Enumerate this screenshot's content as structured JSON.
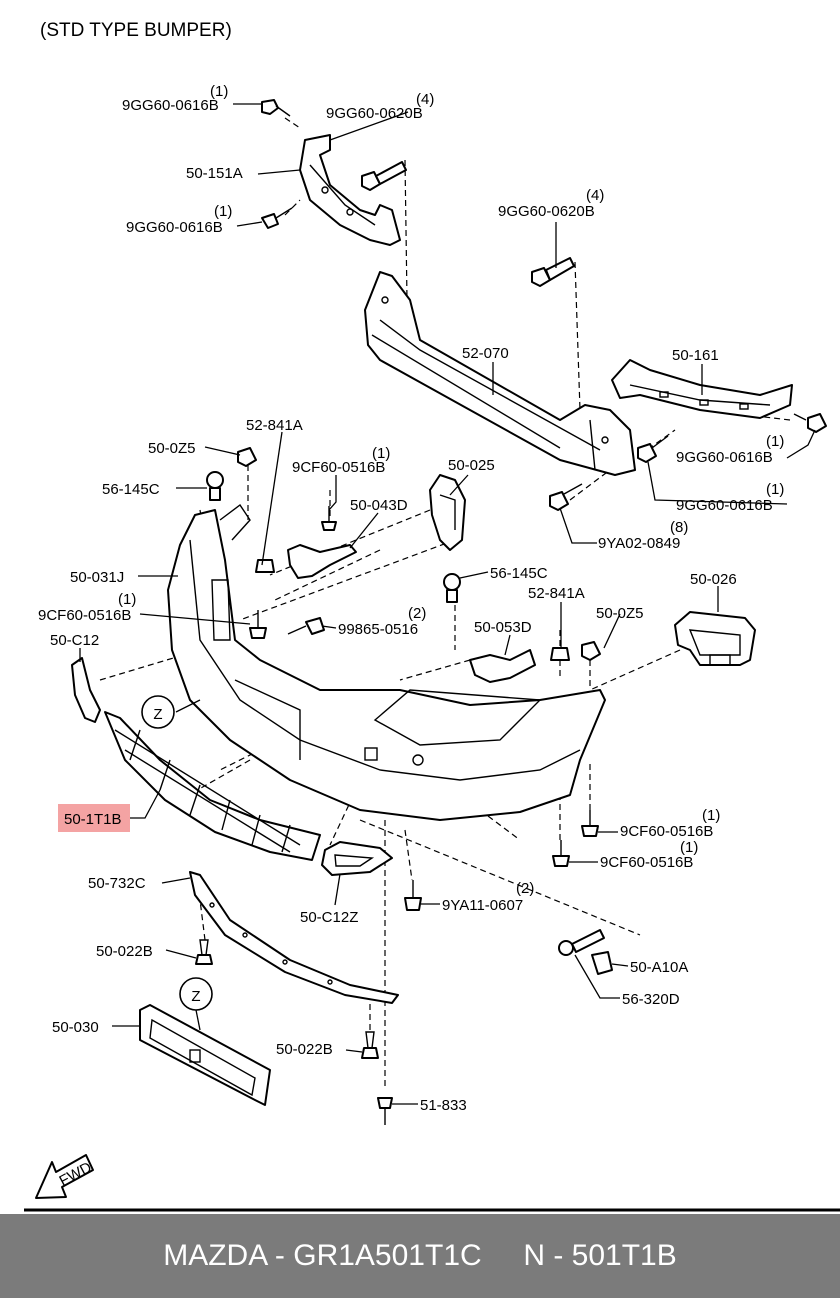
{
  "diagram": {
    "title": "(STD TYPE BUMPER)",
    "highlight_color": "#f4a3a3",
    "labels": {
      "p1": "9GG60-0616B",
      "p1q": "(1)",
      "p2": "9GG60-0620B",
      "p2q": "(4)",
      "p3": "50-151A",
      "p4": "9GG60-0616B",
      "p4q": "(1)",
      "p5": "9GG60-0620B",
      "p5q": "(4)",
      "p6": "52-070",
      "p7": "50-161",
      "p8": "9GG60-0616B",
      "p8q": "(1)",
      "p9": "9GG60-0616B",
      "p9q": "(1)",
      "p10": "9YA02-0849",
      "p10q": "(8)",
      "p11": "52-841A",
      "p12": "50-0Z5",
      "p13": "9CF60-0516B",
      "p13q": "(1)",
      "p14": "50-025",
      "p15": "56-145C",
      "p16": "50-043D",
      "p17": "50-031J",
      "p18": "56-145C",
      "p19": "50-026",
      "p20": "9CF60-0516B",
      "p20q": "(1)",
      "p21": "52-841A",
      "p22": "50-0Z5",
      "p23": "99865-0516",
      "p23q": "(2)",
      "p24": "50-053D",
      "p25": "50-C12",
      "p26": "Z",
      "p27": "50-1T1B",
      "p28": "9CF60-0516B",
      "p28q": "(1)",
      "p29": "9CF60-0516B",
      "p29q": "(1)",
      "p30": "50-732C",
      "p31": "9YA11-0607",
      "p31q": "(2)",
      "p32": "50-C12Z",
      "p33": "50-022B",
      "p34": "50-A10A",
      "p35": "56-320D",
      "p36": "Z",
      "p37": "50-030",
      "p38": "50-022B",
      "p39": "51-833",
      "fwd": "FWD"
    }
  },
  "footer": {
    "text": "MAZDA - GR1A501T1C     N - 501T1B"
  }
}
